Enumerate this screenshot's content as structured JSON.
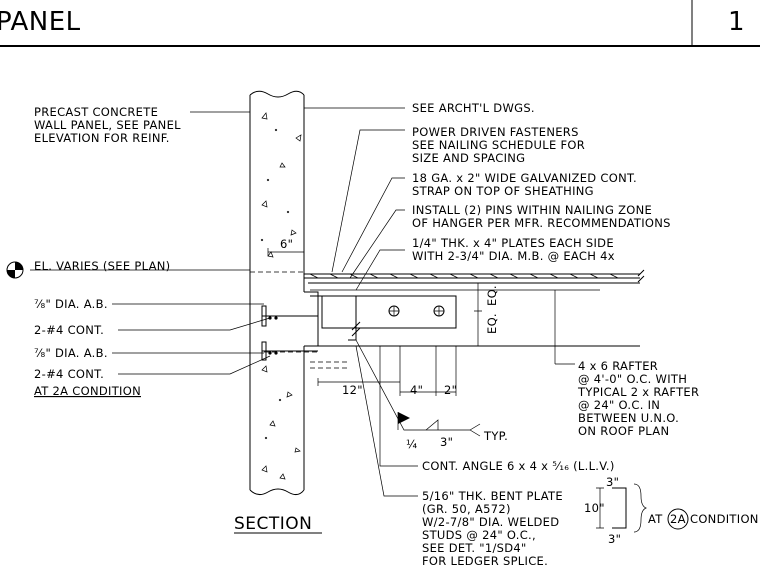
{
  "title_block": {
    "sheet_title": "PANEL",
    "sheet_number": "1"
  },
  "section_label": "SECTION",
  "notes_right": [
    "SEE ARCHT'L DWGS.",
    "POWER DRIVEN FASTENERS",
    "SEE NAILING SCHEDULE FOR",
    "SIZE AND SPACING",
    "18 GA. x 2\" WIDE GALVANIZED CONT.",
    "STRAP ON TOP OF SHEATHING",
    "INSTALL (2) PINS WITHIN NAILING ZONE",
    "OF HANGER PER MFR. RECOMMENDATIONS",
    "1/4\" THK. x 4\" PLATES EACH SIDE",
    "WITH 2-3/4\" DIA. M.B. @ EACH 4x"
  ],
  "notes_left": [
    "PRECAST CONCRETE",
    "WALL PANEL, SEE PANEL",
    "ELEVATION FOR REINF.",
    "EL. VARIES (SEE PLAN)",
    "⅞\" DIA. A.B.",
    "2-#4 CONT.",
    "⅞\" DIA. A.B.",
    "2-#4 CONT.",
    "AT 2A CONDITION"
  ],
  "rafter_note": [
    "4 x 6 RAFTER",
    "@ 4'-0\" O.C. WITH",
    "TYPICAL 2 x RAFTER",
    "@ 24\" O.C. IN",
    "BETWEEN U.N.O.",
    "ON ROOF PLAN"
  ],
  "dims": {
    "d6": "6\"",
    "d12": "12\"",
    "d4": "4\"",
    "d2": "2\"",
    "eq1": "EQ.",
    "eq2": "EQ.",
    "d3a": "3\"",
    "d10": "10\"",
    "d3b": "3\""
  },
  "weld": {
    "size": "¼",
    "length": "3\"",
    "typ": "TYP."
  },
  "angle_note": "CONT. ANGLE 6 x 4 x ⁵⁄₁₆ (L.L.V.)",
  "plate_note": [
    "5/16\" THK. BENT PLATE",
    "(GR. 50, A572)",
    "W/2-7/8\" DIA. WELDED",
    "STUDS @ 24\" O.C.,",
    "SEE DET. \"1/SD4\"",
    "FOR LEDGER SPLICE."
  ],
  "condition_ref": {
    "prefix": "AT",
    "tag": "2A",
    "suffix": "CONDITION"
  }
}
